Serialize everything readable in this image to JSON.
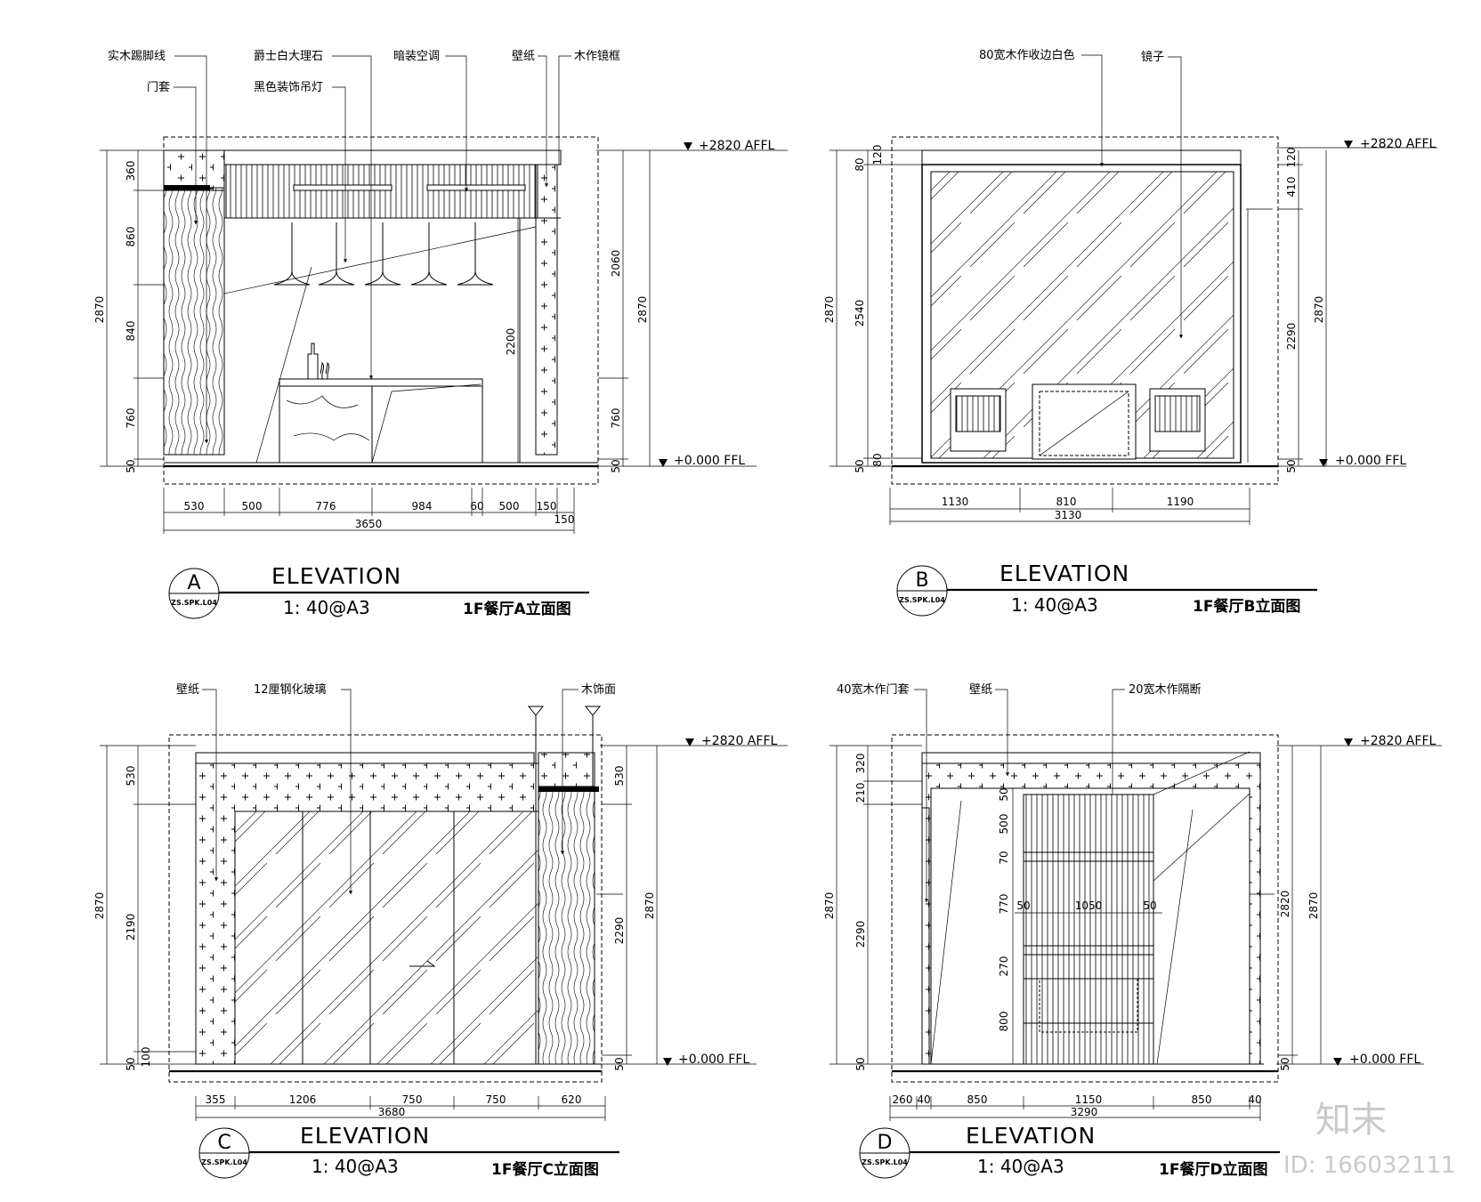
{
  "elevations": [
    {
      "id": "A",
      "letter": "A",
      "ref": "ZS.SPK.L04",
      "title": "ELEVATION",
      "scale": "1: 40@A3",
      "caption": "1F餐厅A立面图",
      "level_top": "+2820 AFFL",
      "level_bottom": "+0.000 FFL",
      "labels": [
        "实木踢脚线",
        "门套",
        "爵士白大理石",
        "黑色装饰吊灯",
        "暗装空调",
        "壁纸",
        "木作镜框"
      ],
      "left_dims": [
        "360",
        "860",
        "840",
        "760",
        "50"
      ],
      "left_total": "2870",
      "right_dims": [
        "2060",
        "760",
        "50"
      ],
      "right_total": "2870",
      "inner_dim": "2200",
      "bottom_dims": [
        "530",
        "500",
        "776",
        "984",
        "60",
        "500",
        "150",
        "150"
      ],
      "bottom_total": "3650"
    },
    {
      "id": "B",
      "letter": "B",
      "ref": "ZS.SPK.L04",
      "title": "ELEVATION",
      "scale": "1: 40@A3",
      "caption": "1F餐厅B立面图",
      "level_top": "+2820 AFFL",
      "level_bottom": "+0.000 FFL",
      "labels": [
        "80宽木作收边白色",
        "镜子"
      ],
      "left_dims": [
        "80",
        "120",
        "2540",
        "50",
        "80"
      ],
      "left_total": "2870",
      "right_dims": [
        "120",
        "410",
        "2290",
        "50"
      ],
      "right_total": "2870",
      "bottom_dims": [
        "1130",
        "810",
        "1190"
      ],
      "bottom_total": "3130"
    },
    {
      "id": "C",
      "letter": "C",
      "ref": "ZS.SPK.L04",
      "title": "ELEVATION",
      "scale": "1: 40@A3",
      "caption": "1F餐厅C立面图",
      "level_top": "+2820 AFFL",
      "level_bottom": "+0.000 FFL",
      "labels": [
        "壁纸",
        "12厘钢化玻璃",
        "木饰面"
      ],
      "left_dims": [
        "530",
        "2190",
        "100",
        "50"
      ],
      "left_total": "2870",
      "right_dims": [
        "530",
        "2290",
        "50"
      ],
      "right_total": "2870",
      "bottom_dims": [
        "355",
        "1206",
        "750",
        "750",
        "620"
      ],
      "bottom_total": "3680"
    },
    {
      "id": "D",
      "letter": "D",
      "ref": "ZS.SPK.L04",
      "title": "ELEVATION",
      "scale": "1: 40@A3",
      "caption": "1F餐厅D立面图",
      "level_top": "+2820 AFFL",
      "level_bottom": "+0.000 FFL",
      "labels": [
        "40宽木作门套",
        "壁纸",
        "20宽木作隔断"
      ],
      "left_dims": [
        "320",
        "210",
        "2290",
        "50"
      ],
      "left_total": "2870",
      "right_dims": [
        "2820",
        "50"
      ],
      "right_total": "2870",
      "inner_dims": [
        "50",
        "500",
        "70",
        "770",
        "270",
        "800"
      ],
      "inner_h": [
        "50",
        "1050",
        "50"
      ],
      "bottom_dims": [
        "260",
        "40",
        "850",
        "1150",
        "850",
        "40"
      ],
      "bottom_total": "3290"
    }
  ],
  "watermark": {
    "brand": "知末",
    "id": "ID: 166032111"
  }
}
